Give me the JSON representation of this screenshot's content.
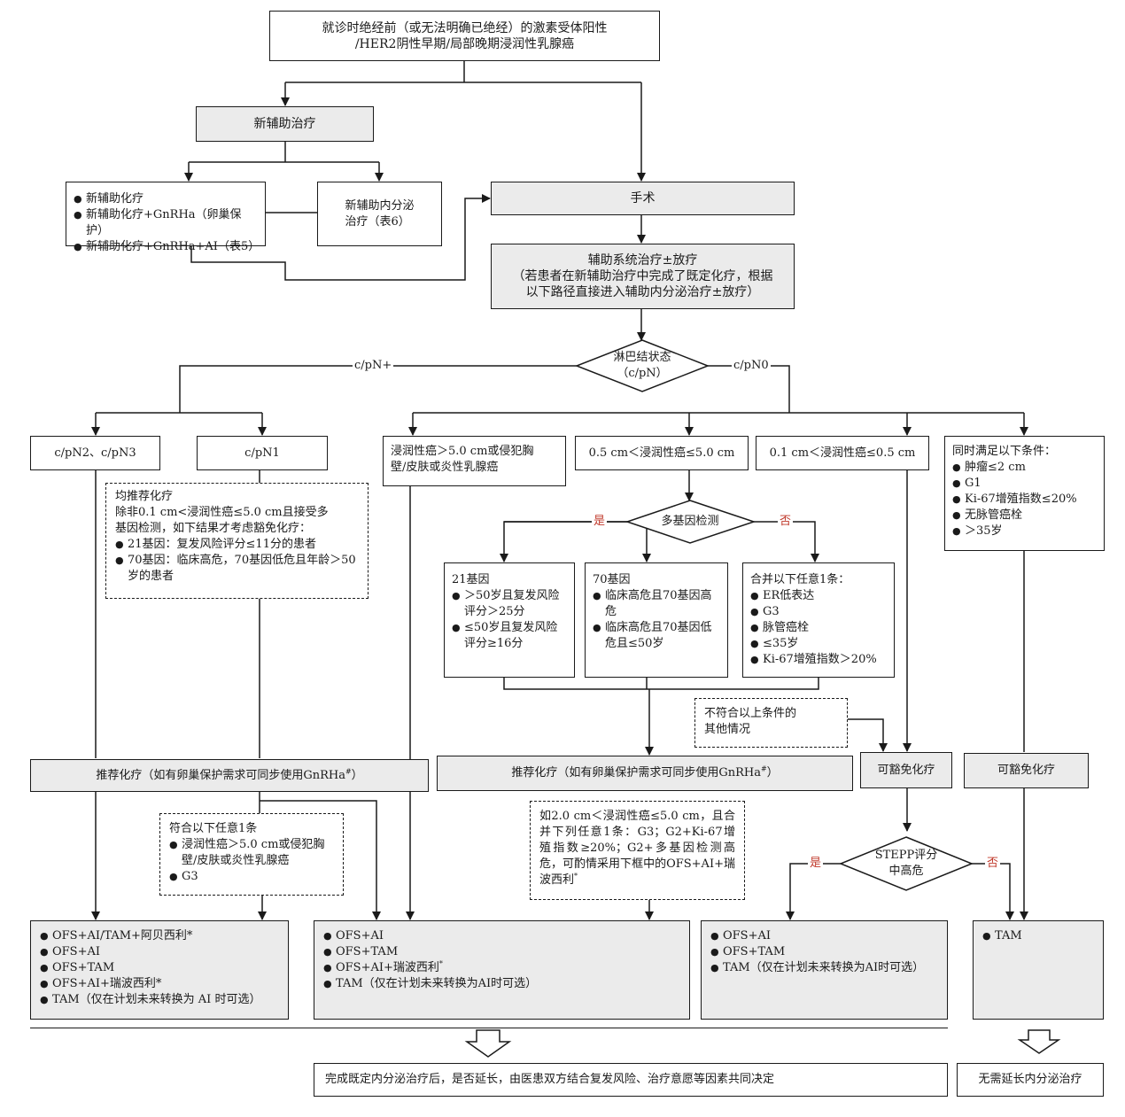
{
  "nodes": {
    "top": {
      "line1": "就诊时绝经前（或无法明确已绝经）的激素受体阳性",
      "line2": "/HER2阴性早期/局部晚期浸润性乳腺癌"
    },
    "neoadjuvant": "新辅助治疗",
    "neo_chemo": {
      "items": [
        "新辅助化疗",
        "新辅助化疗+GnRHa（卵巢保护）",
        "新辅助化疗+GnRHa+AI（表5）"
      ]
    },
    "neo_endo": {
      "line1": "新辅助内分泌",
      "line2": "治疗（表6）"
    },
    "surgery": "手术",
    "adjuvant": {
      "line1": "辅助系统治疗±放疗",
      "line2": "（若患者在新辅助治疗中完成了既定化疗，根据",
      "line3": "以下路径直接进入辅助内分泌治疗±放疗）"
    },
    "lymph": {
      "line1": "淋巴结状态",
      "line2": "（c/pN）"
    },
    "pn23": "c/pN2、c/pN3",
    "pn1": "c/pN1",
    "pn1_note": {
      "line1": "均推荐化疗",
      "line2": "除非0.1 cm<浸润性癌≤5.0 cm且接受多",
      "line3": "基因检测，如下结果才考虑豁免化疗：",
      "items": [
        "21基因：复发风险评分≤11分的患者",
        "70基因：临床高危，70基因低危且年龄＞50岁的患者"
      ]
    },
    "gt5": {
      "line1": "浸润性癌＞5.0 cm或侵犯胸",
      "line2": "壁/皮肤或炎性乳腺癌"
    },
    "mid": "0.5 cm＜浸润性癌≤5.0 cm",
    "small": "0.1 cm＜浸润性癌≤0.5 cm",
    "cond_all": {
      "title": "同时满足以下条件：",
      "items": [
        "肿瘤≤2 cm",
        "G1",
        "Ki-67增殖指数≤20%",
        "无脉管癌栓",
        "＞35岁"
      ]
    },
    "multigene": "多基因检测",
    "g21": {
      "title": "21基因",
      "items": [
        "＞50岁且复发风险评分＞25分",
        "≤50岁且复发风险评分≥16分"
      ]
    },
    "g70": {
      "title": "70基因",
      "items": [
        "临床高危且70基因高危",
        "临床高危且70基因低危且≤50岁"
      ]
    },
    "any_cond": {
      "title": "合并以下任意1条：",
      "items": [
        "ER低表达",
        "G3",
        "脉管癌栓",
        "≤35岁",
        "Ki-67增殖指数＞20%"
      ]
    },
    "other": {
      "line1": "不符合以上条件的",
      "line2": "其他情况"
    },
    "chemo_left": {
      "text": "推荐化疗（如有卵巢保护需求可同步使用GnRHa",
      "sup": "#",
      "end": "）"
    },
    "chemo_mid": {
      "text": "推荐化疗（如有卵巢保护需求可同步使用GnRHa",
      "sup": "#",
      "end": "）"
    },
    "exempt1": "可豁免化疗",
    "exempt2": "可豁免化疗",
    "anyone_note": {
      "title": "符合以下任意1条",
      "items": [
        "浸润性癌＞5.0 cm或侵犯胸壁/皮肤或炎性乳腺癌",
        "G3"
      ]
    },
    "mid_note": {
      "text": "如2.0 cm＜浸润性癌≤5.0 cm，且合并下列任意1条：G3；G2+Ki-67增殖指数≥20%；G2+多基因检测高危，可酌情采用下框中的OFS+AI+瑞波西利",
      "sup": "*"
    },
    "stepp": {
      "line1": "STEPP评分",
      "line2": "中高危"
    },
    "tx1": {
      "items": [
        "OFS+AI/TAM+阿贝西利*",
        "OFS+AI",
        "OFS+TAM",
        "OFS+AI+瑞波西利*",
        "TAM（仅在计划未来转换为 AI 时可选）"
      ]
    },
    "tx2": {
      "items": [
        "OFS+AI",
        "OFS+TAM",
        "OFS+AI+瑞波西利",
        "TAM（仅在计划未来转换为AI时可选）"
      ],
      "sup": "*"
    },
    "tx3": {
      "items": [
        "OFS+AI",
        "OFS+TAM",
        "TAM（仅在计划未来转换为AI时可选）"
      ]
    },
    "tx4": {
      "items": [
        "TAM"
      ]
    },
    "final1": "完成既定内分泌治疗后，是否延长，由医患双方结合复发风险、治疗意愿等因素共同决定",
    "final2": "无需延长内分泌治疗"
  },
  "labels": {
    "pn_plus": "c/pN+",
    "pn_zero": "c/pN0",
    "yes": "是",
    "no": "否"
  }
}
